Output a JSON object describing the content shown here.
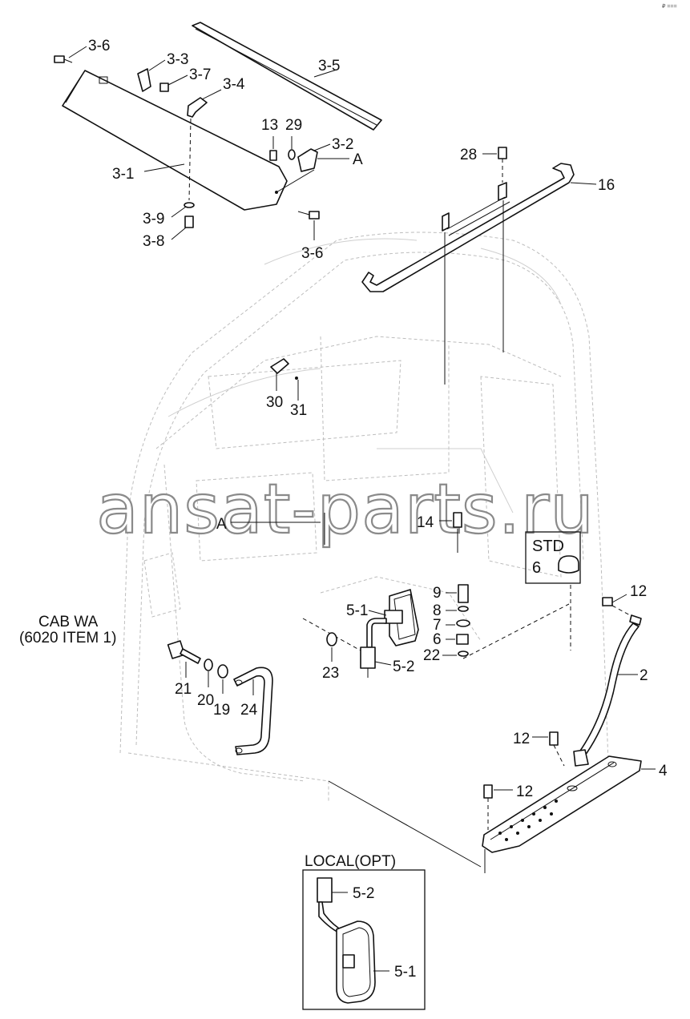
{
  "corner_mark": "₽ ===",
  "watermark": "ansat-parts.ru",
  "callouts": {
    "c3_6_top": "3-6",
    "c3_3": "3-3",
    "c3_7": "3-7",
    "c3_4": "3-4",
    "c3_5": "3-5",
    "c13": "13",
    "c29": "29",
    "c3_2": "3-2",
    "cA_top": "A",
    "c3_1": "3-1",
    "c3_9": "3-9",
    "c3_8": "3-8",
    "c3_6_bottom": "3-6",
    "c28": "28",
    "c16": "16",
    "c30": "30",
    "c31": "31",
    "cA_mid": "A",
    "c14": "14",
    "std_label": "STD",
    "c6_std": "6",
    "c12_a": "12",
    "c9": "9",
    "c8": "8",
    "c7": "7",
    "c6": "6",
    "c22": "22",
    "c5_1": "5-1",
    "c5_2": "5-2",
    "c23": "23",
    "c2": "2",
    "cab_line1": "CAB WA",
    "cab_line2": "(6020 ITEM 1)",
    "c21": "21",
    "c20": "20",
    "c19": "19",
    "c24": "24",
    "c12_b": "12",
    "c4": "4",
    "c12_c": "12",
    "local_label": "LOCAL(OPT)",
    "c5_2_local": "5-2",
    "c5_1_local": "5-1"
  }
}
